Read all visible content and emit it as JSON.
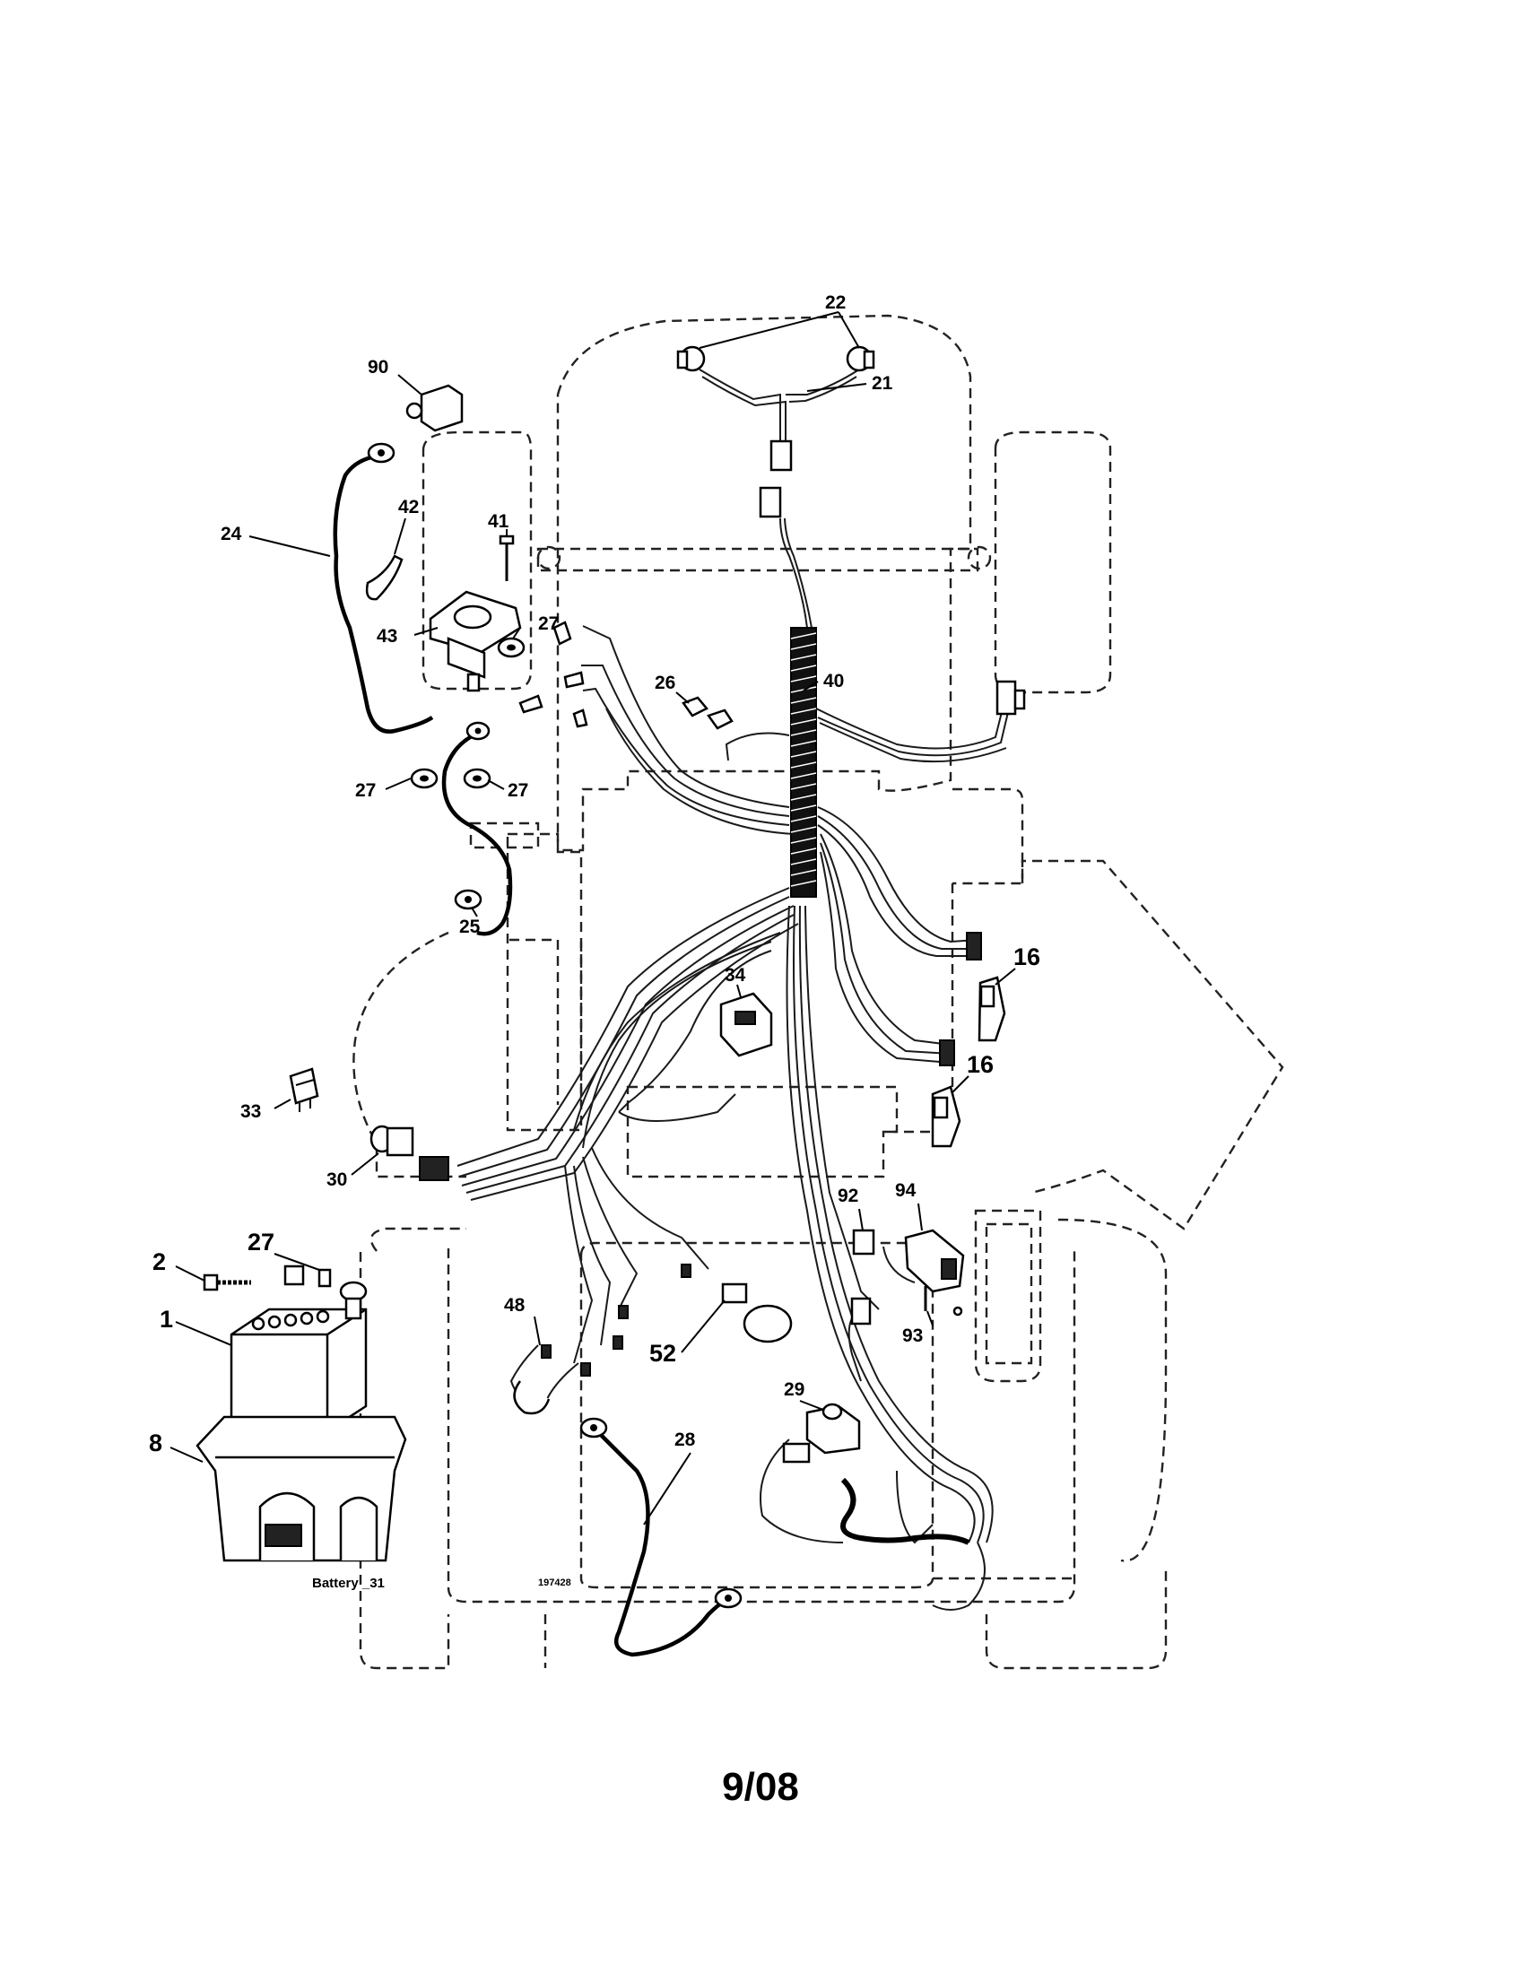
{
  "diagram": {
    "callouts": {
      "c22": "22",
      "c21": "21",
      "c90": "90",
      "c24": "24",
      "c42": "42",
      "c41": "41",
      "c43": "43",
      "c27a": "27",
      "c40": "40",
      "c26": "26",
      "c27b": "27",
      "c27c": "27",
      "c25": "25",
      "c34": "34",
      "c16a": "16",
      "c16b": "16",
      "c33": "33",
      "c30": "30",
      "c27d": "27",
      "c2": "2",
      "c1": "1",
      "c8": "8",
      "c48": "48",
      "c52": "52",
      "c92": "92",
      "c94": "94",
      "c93": "93",
      "c29": "29",
      "c28": "28"
    },
    "battery_label": "Battery _31",
    "drawing_number": "197428"
  },
  "footer": {
    "date_code": "9/08"
  }
}
